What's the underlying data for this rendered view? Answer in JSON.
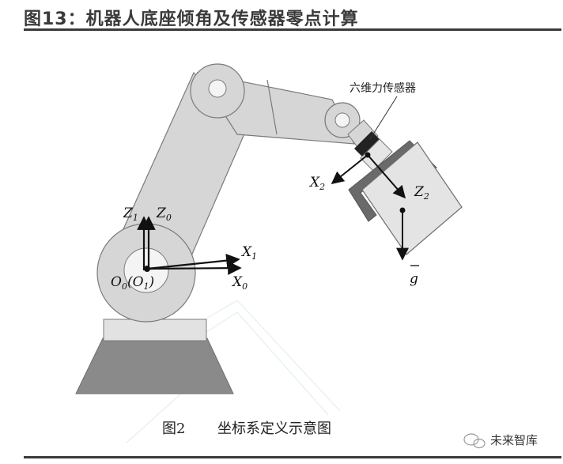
{
  "title": "图13：机器人底座倾角及传感器零点计算",
  "caption": {
    "figure": "图2",
    "text": "坐标系定义示意图"
  },
  "labels": {
    "sensor": "六维力传感器",
    "z1": "Z",
    "z1_sub": "1",
    "z0": "Z",
    "z0_sub": "0",
    "x1": "X",
    "x1_sub": "1",
    "x0": "X",
    "x0_sub": "0",
    "x2": "X",
    "x2_sub": "2",
    "z2": "Z",
    "z2_sub": "2",
    "origin_a": "O",
    "origin_a_sub": "0",
    "origin_b": "(O",
    "origin_b_sub": "1",
    "origin_b_end": ")",
    "gravity": "g"
  },
  "watermark": "未来智库",
  "colors": {
    "arm": "#d6d6d6",
    "arm_edge": "#7a7a7a",
    "base": "#8a8a8a",
    "gripper": "#6a6a6a",
    "text": "#111111"
  }
}
